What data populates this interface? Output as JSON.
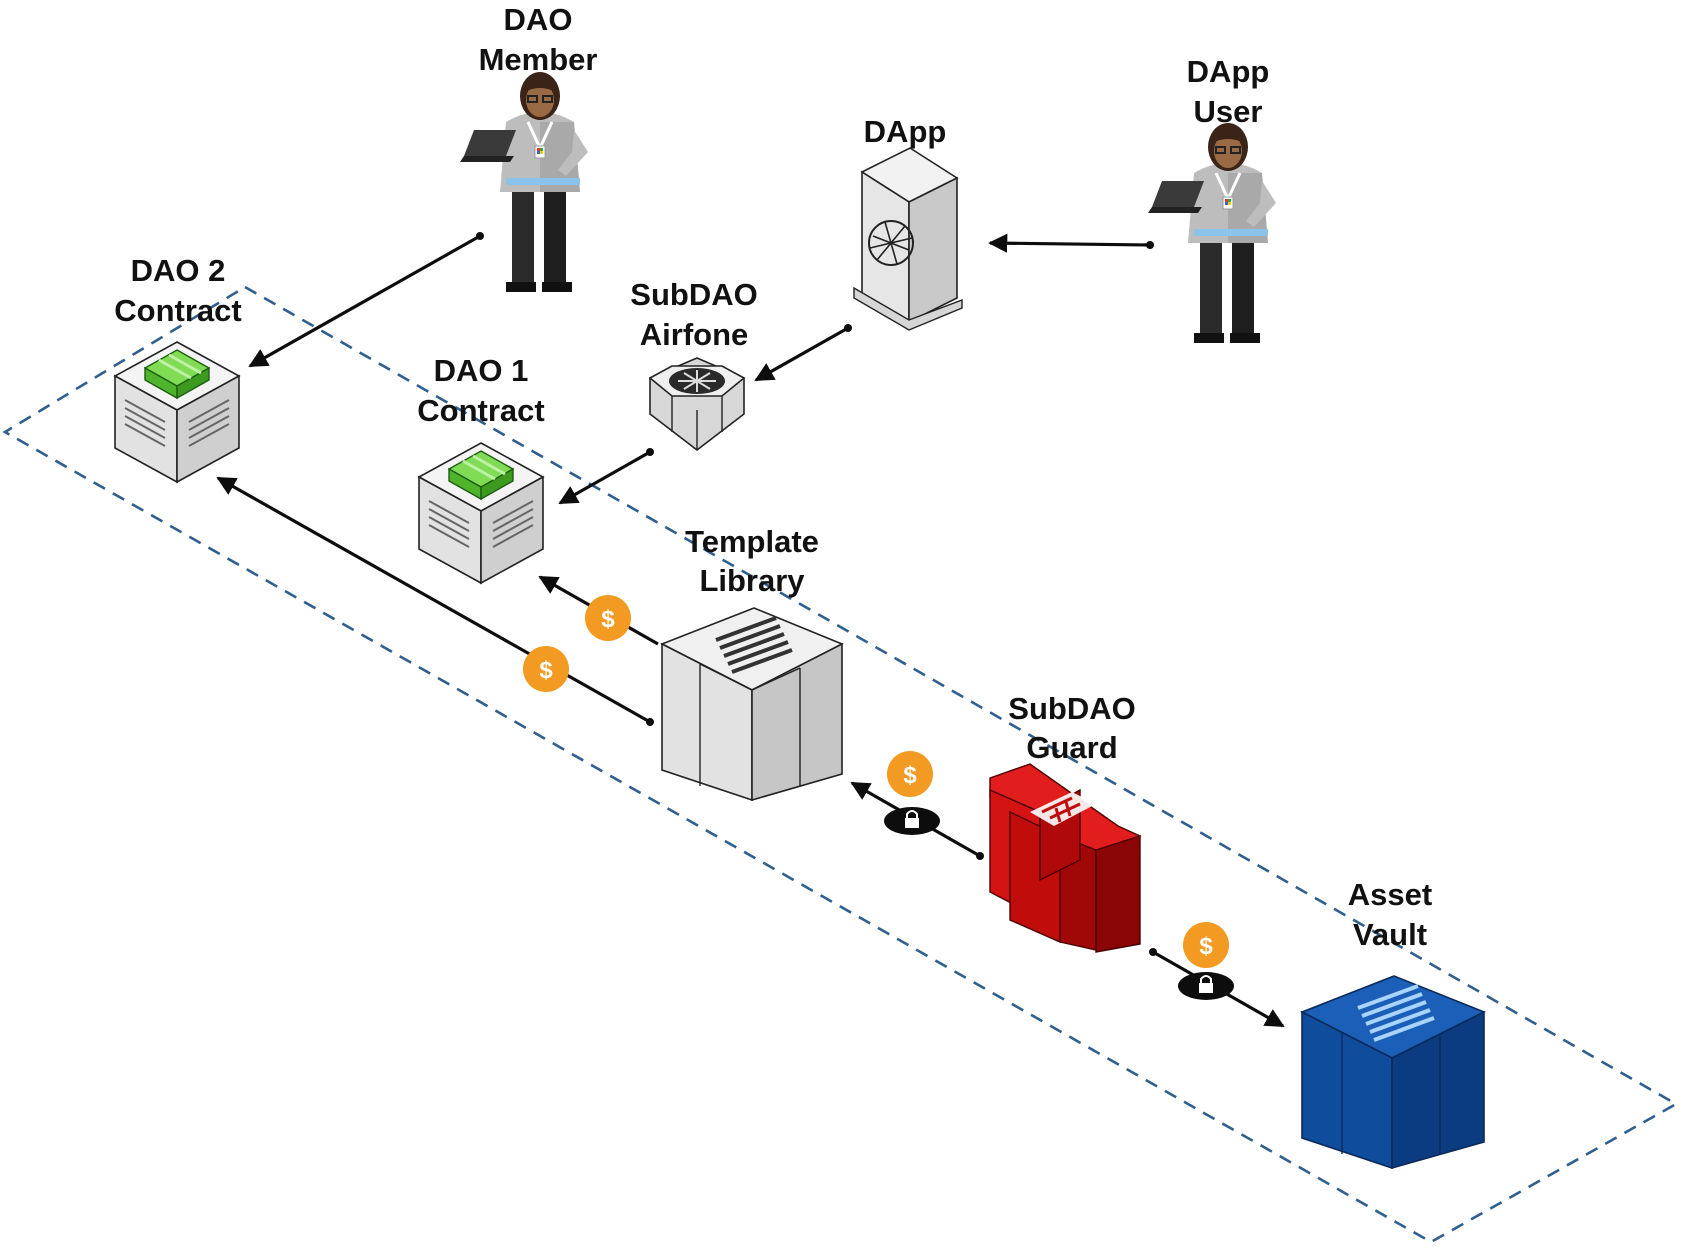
{
  "colors": {
    "boundary": "#2f5f8f",
    "coin": "#f29a22",
    "guard": "#cc0b0b",
    "vault": "#0e4a99",
    "contract_top": "#6fd14a",
    "server": "#e4e4e4"
  },
  "nodes": {
    "dao_member": {
      "line1": "DAO",
      "line2": "Member",
      "icon": "person-with-laptop-icon"
    },
    "dapp": {
      "line1": "DApp",
      "icon": "server-tower-icon"
    },
    "dapp_user": {
      "line1": "DApp",
      "line2": "User",
      "icon": "person-with-laptop-icon"
    },
    "dao2_contract": {
      "line1": "DAO 2",
      "line2": "Contract",
      "icon": "contract-server-icon"
    },
    "subdao_airfone": {
      "line1": "SubDAO",
      "line2": "Airfone",
      "icon": "router-icon"
    },
    "dao1_contract": {
      "line1": "DAO 1",
      "line2": "Contract",
      "icon": "contract-server-icon"
    },
    "template_library": {
      "line1": "Template",
      "line2": "Library",
      "icon": "library-building-icon"
    },
    "subdao_guard": {
      "line1": "SubDAO",
      "line2": "Guard",
      "icon": "firewall-icon"
    },
    "asset_vault": {
      "line1": "Asset",
      "line2": "Vault",
      "icon": "vault-building-icon"
    }
  },
  "badges": {
    "coin_symbol": "$",
    "coin_icon": "dollar-coin-icon",
    "lock_icon": "lock-icon"
  }
}
